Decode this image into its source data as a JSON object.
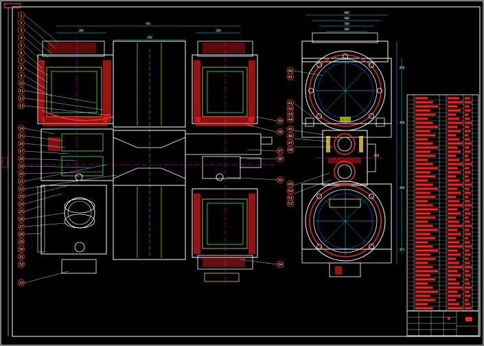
{
  "drawing": {
    "top_tag": "",
    "colors": {
      "background": "#000000",
      "outline": "#ffffff",
      "red": "#ff2020",
      "green": "#33ff33",
      "yellow": "#ffff00",
      "cyan": "#00e5ff",
      "blue": "#2f4dff",
      "magenta": "#ff00ff",
      "gold": "#ffcc33"
    },
    "balloons_left": [
      "1",
      "2",
      "3",
      "4",
      "5",
      "6",
      "7",
      "8",
      "9",
      "10",
      "11",
      "12",
      "13",
      "14",
      "15",
      "16",
      "17",
      "18",
      "19",
      "20",
      "21",
      "22",
      "23",
      "24",
      "25",
      "26",
      "27",
      "28",
      "29",
      "30",
      "31",
      "32",
      "33"
    ],
    "balloons_right": [
      "34",
      "35",
      "36",
      "37",
      "38",
      "39"
    ],
    "balloons_view2": [
      "40",
      "41",
      "41",
      "42",
      "43",
      "44",
      "45",
      "46",
      "47",
      "48",
      "49",
      "50",
      "51",
      "52"
    ],
    "dimensions": {
      "top_overall": "965",
      "top_left": "280",
      "top_right": "280",
      "mid_width": "450",
      "v2_a": "800",
      "v2_b": "600",
      "v2_c": "500",
      "v2_d": "400",
      "v2_right_1": "850",
      "v2_right_2": "400",
      "v2_right_3": "480",
      "v2_right_4": "475",
      "v2_mid": "620"
    },
    "title_block": {
      "title": "",
      "code": ""
    }
  }
}
